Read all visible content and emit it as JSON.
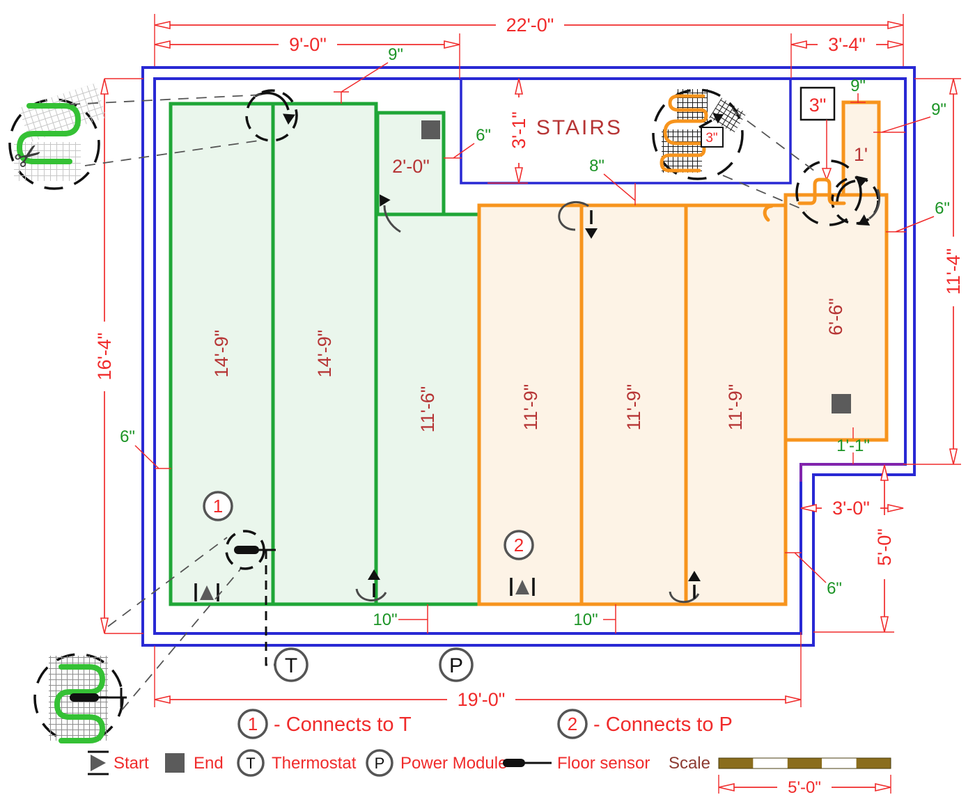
{
  "plan": {
    "room_label": "STAIRS",
    "dims": {
      "overall_width": "22'-0\"",
      "left_section": "9'-0\"",
      "stairs_offset": "3'-4\"",
      "height_left": "16'-4\"",
      "height_right": "11'-4\"",
      "stairs_depth": "3'-1\"",
      "heated_width": "19'-0\"",
      "notch_width": "3'-0\"",
      "notch_height": "5'-0\""
    },
    "gaps": {
      "top": "9\"",
      "left": "6\"",
      "stairs_left": "6\"",
      "stairs_bottom": "8\"",
      "strip_top": "9\"",
      "strip_right": "9\"",
      "right": "6\"",
      "notch_side": "6\"",
      "bottom_left_mat": "10\"",
      "bottom_right_mat": "10\"",
      "notch_top": "1'-1\"",
      "cable_offset": "3\"",
      "detail_cable_offset": "3\""
    },
    "mats": {
      "zone1": [
        "14'-9\"",
        "14'-9\"",
        "11'-6\""
      ],
      "zone1_small": "2'-0\"",
      "zone2": [
        "11'-9\"",
        "11'-9\"",
        "11'-9\""
      ],
      "zone2_right": "6'-6\"",
      "zone2_strip": "1'"
    }
  },
  "zones": {
    "one": {
      "number": "1",
      "note": "- Connects to T"
    },
    "two": {
      "number": "2",
      "note": "- Connects to P"
    }
  },
  "legend": {
    "start": "Start",
    "end": "End",
    "thermostat": "Thermostat",
    "thermostat_symbol": "T",
    "power_module": "Power Module",
    "power_symbol": "P",
    "floor_sensor": "Floor sensor",
    "scale_label": "Scale",
    "scale_length": "5'-0\""
  },
  "icons": {
    "scissors": "✂"
  },
  "colors": {
    "wall": "#2929d4",
    "zone1": "#1fa637",
    "zone1_fill": "#eaf6ec",
    "zone1_cable": "#35c135",
    "zone2": "#f7941d",
    "zone2_fill": "#fdf3e6",
    "dim": "#f02b2b",
    "label": "#b63535",
    "note_green": "#1c9426",
    "purple": "#8a24a8",
    "scale_bar": "#8a6d1d",
    "scale_label": "#8d3b32",
    "symbol_gray": "#5b5b5b"
  }
}
